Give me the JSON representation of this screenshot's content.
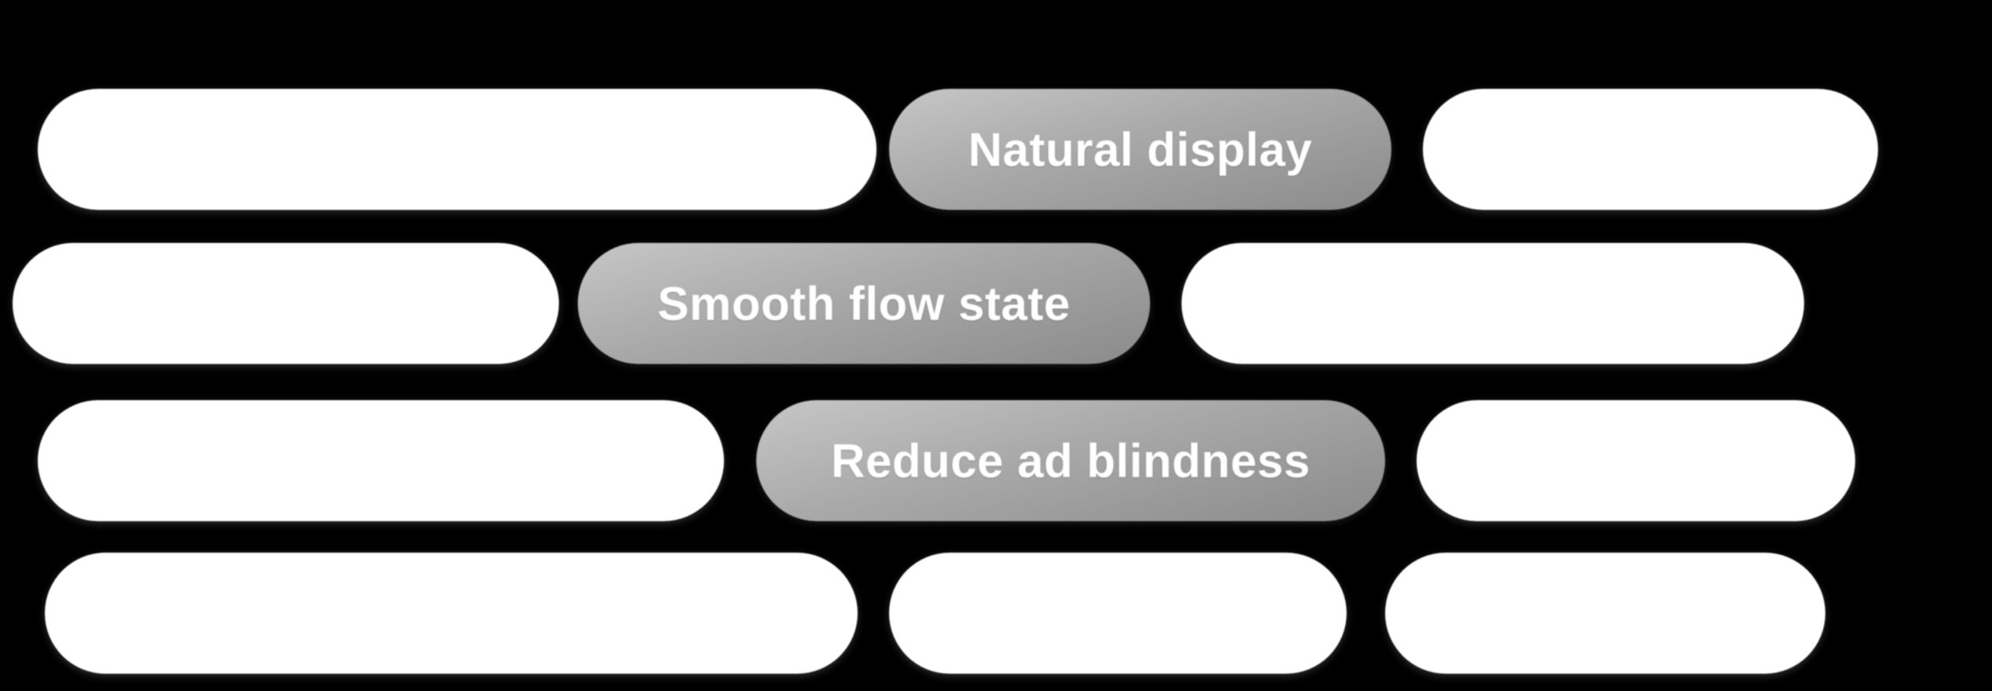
{
  "colors": {
    "background": "#000000",
    "pill_blank": "#ffffff",
    "pill_label_gradient_top": "#c6c6c6",
    "pill_label_gradient_bottom": "#8a8a8a",
    "pill_label_text": "#ffffff"
  },
  "pills": {
    "natural_display": {
      "label": "Natural display"
    },
    "smooth_flow_state": {
      "label": "Smooth flow state"
    },
    "reduce_ad_blindness": {
      "label": "Reduce ad blindness"
    }
  }
}
